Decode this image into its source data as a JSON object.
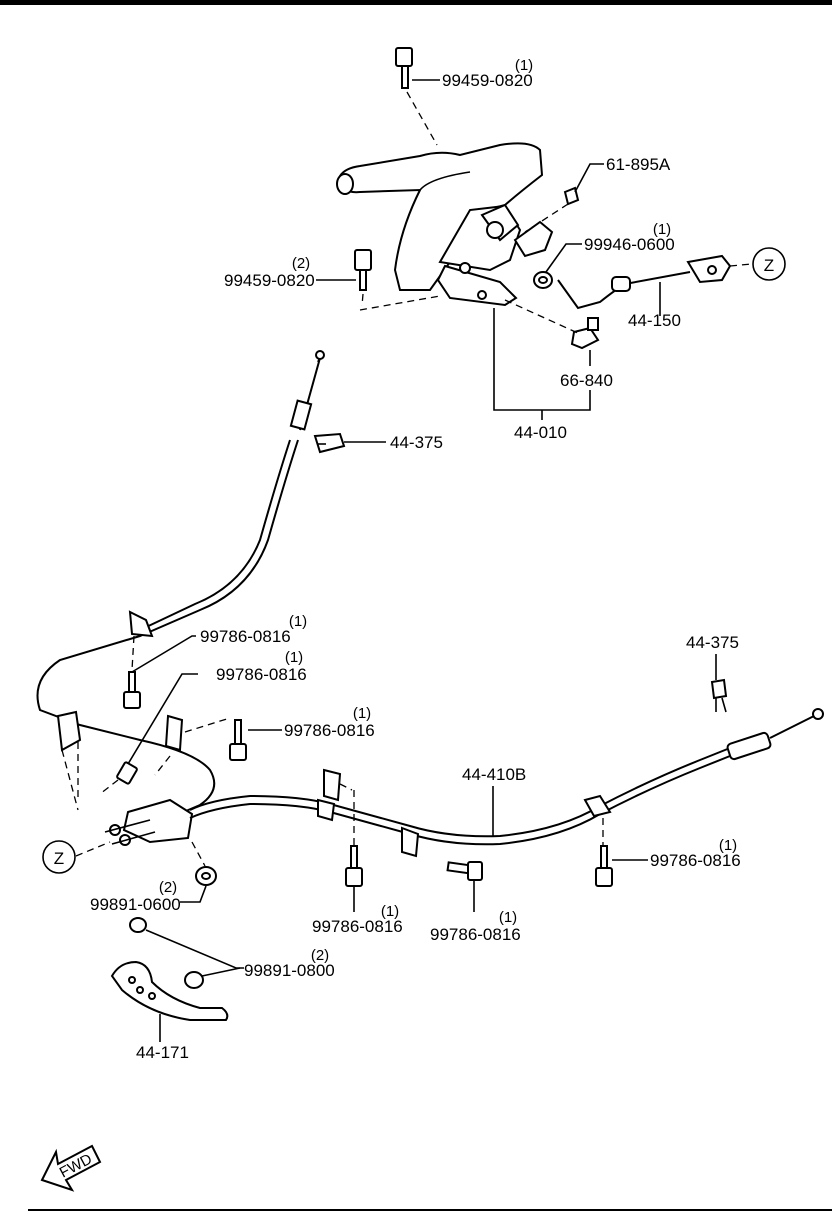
{
  "callouts": [
    {
      "id": "bolt-top",
      "part": "99459-0820",
      "qty": "(1)"
    },
    {
      "id": "clip-top",
      "part": "61-895A",
      "qty": ""
    },
    {
      "id": "nut-top",
      "part": "99946-0600",
      "qty": "(1)"
    },
    {
      "id": "bolt-left",
      "part": "99459-0820",
      "qty": "(2)"
    },
    {
      "id": "cable-front",
      "part": "44-150",
      "qty": ""
    },
    {
      "id": "switch",
      "part": "66-840",
      "qty": ""
    },
    {
      "id": "lever-assy",
      "part": "44-010",
      "qty": ""
    },
    {
      "id": "clip-left",
      "part": "44-375",
      "qty": ""
    },
    {
      "id": "bolt-a",
      "part": "99786-0816",
      "qty": "(1)"
    },
    {
      "id": "bolt-b",
      "part": "99786-0816",
      "qty": "(1)"
    },
    {
      "id": "bolt-c",
      "part": "99786-0816",
      "qty": "(1)"
    },
    {
      "id": "clip-right",
      "part": "44-375",
      "qty": ""
    },
    {
      "id": "cable-rear",
      "part": "44-410B",
      "qty": ""
    },
    {
      "id": "bolt-d",
      "part": "99786-0816",
      "qty": "(1)"
    },
    {
      "id": "nut-z",
      "part": "99891-0600",
      "qty": "(2)"
    },
    {
      "id": "bolt-e",
      "part": "99786-0816",
      "qty": "(1)"
    },
    {
      "id": "bolt-f",
      "part": "99786-0816",
      "qty": "(1)"
    },
    {
      "id": "nut-b",
      "part": "99891-0800",
      "qty": "(2)"
    },
    {
      "id": "equalizer",
      "part": "44-171",
      "qty": ""
    }
  ],
  "refs": {
    "z_top": "Z",
    "z_left": "Z"
  },
  "fwd": "FWD"
}
